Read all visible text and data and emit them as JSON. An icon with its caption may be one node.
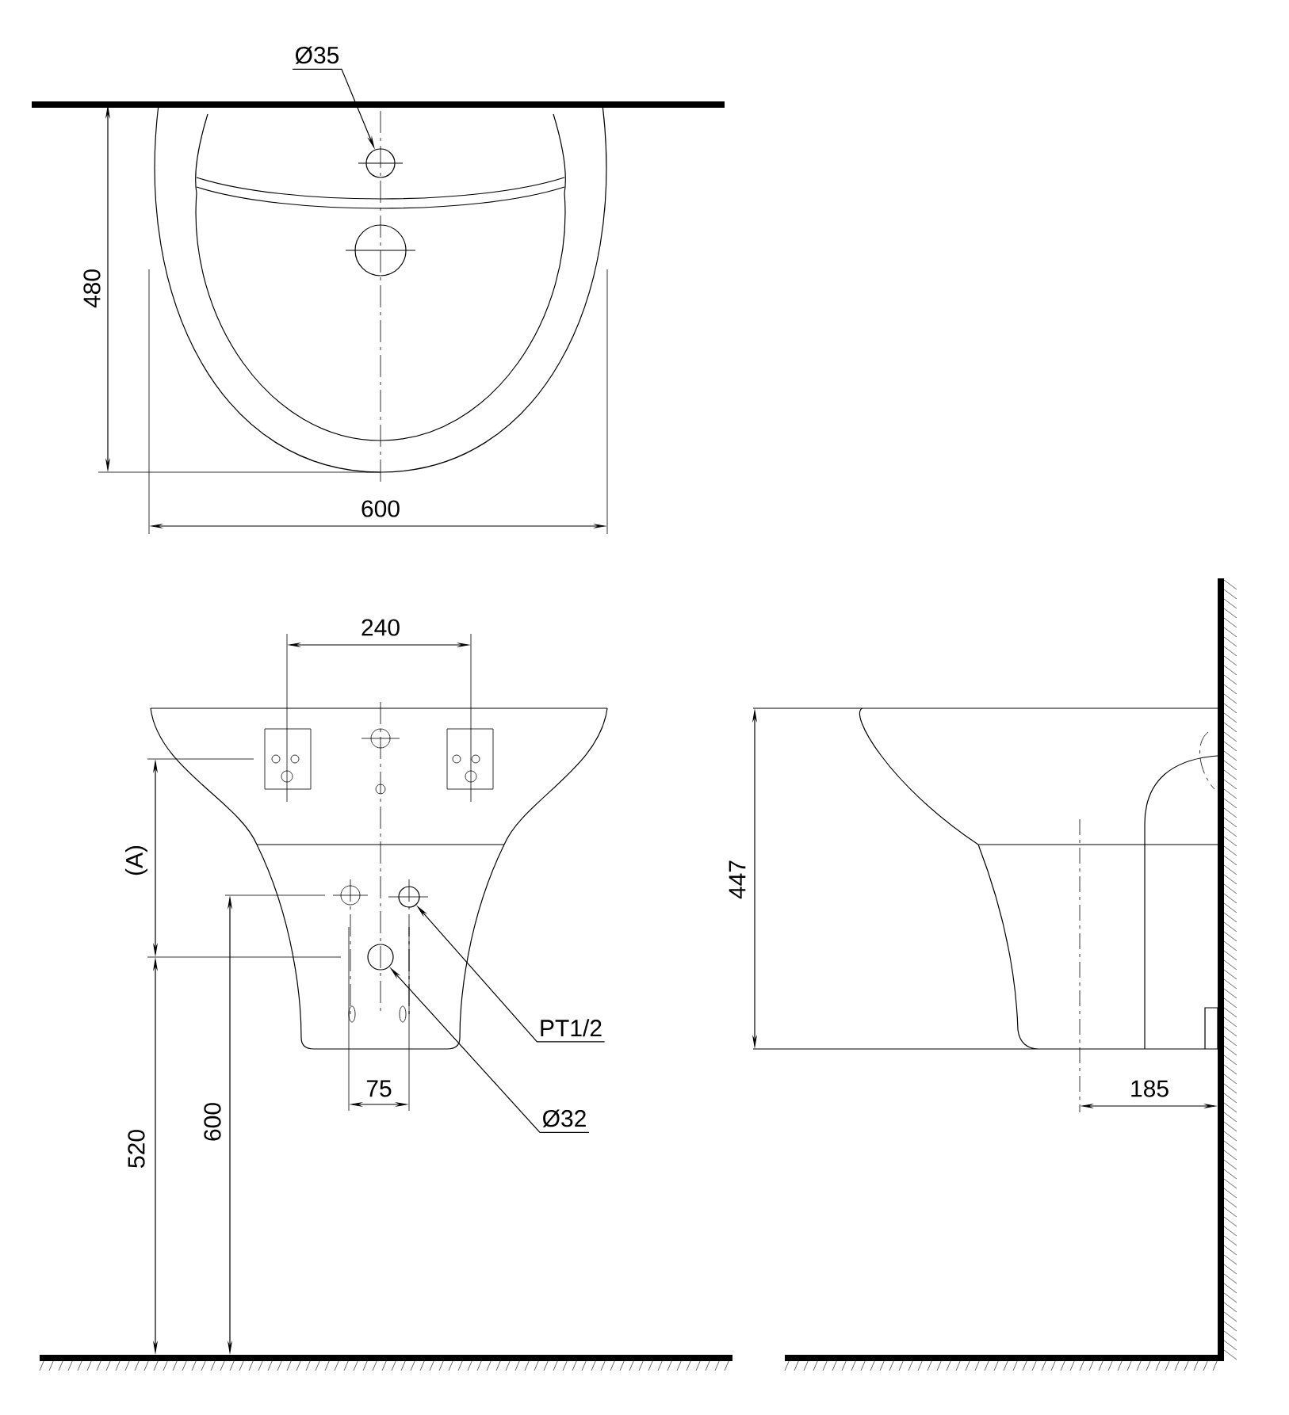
{
  "diagram": {
    "nodes": [
      {
        "text": [
          "Ø35"
        ]
      },
      {
        "text": [],
        "shape": "circle"
      },
      {
        "text": [
          "PT1/2"
        ]
      },
      {
        "text": [],
        "shape": "circle"
      },
      {
        "text": [
          "Ø32"
        ]
      },
      {
        "text": [],
        "shape": "circle"
      }
    ],
    "edges": [
      {
        "from": 0,
        "to": 1,
        "arrow": "to"
      },
      {
        "from": 2,
        "to": 3,
        "arrow": "to"
      },
      {
        "from": 4,
        "to": 5,
        "arrow": "to"
      }
    ],
    "labels": [
      "480",
      "600",
      "240",
      "(A)",
      "75",
      "520",
      "600",
      "447",
      "185"
    ]
  }
}
